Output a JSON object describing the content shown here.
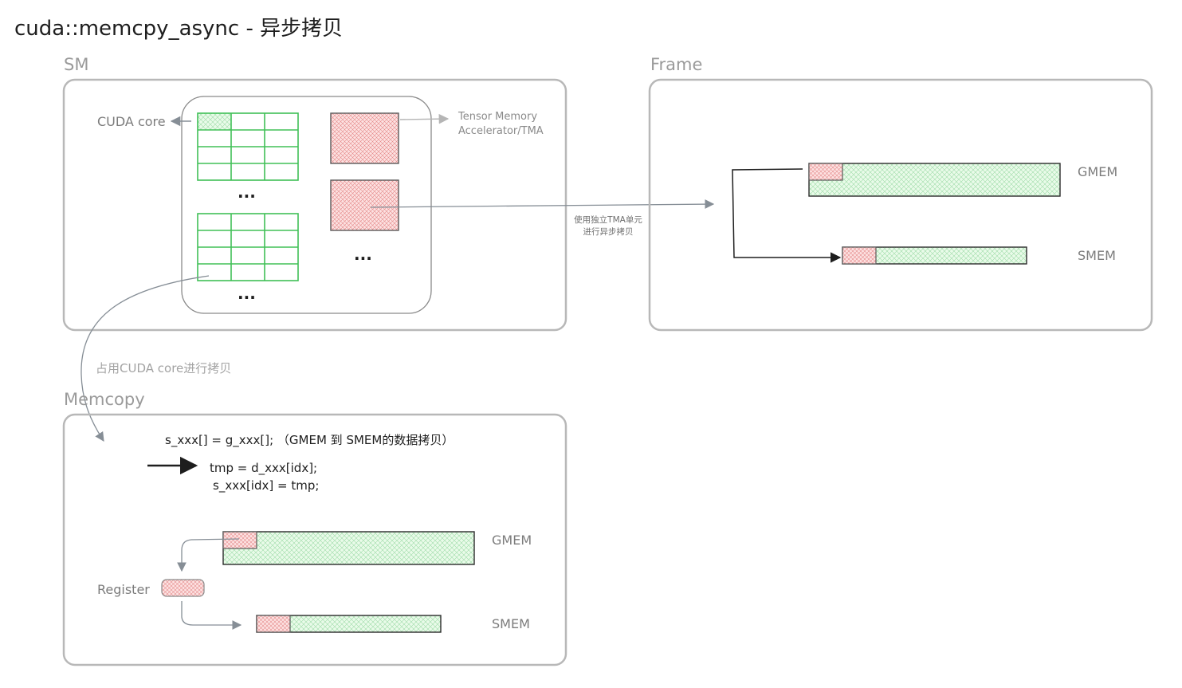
{
  "title": "cuda::memcpy_async - 异步拷贝",
  "frames": {
    "sm": "SM",
    "frame": "Frame",
    "memcopy": "Memcopy"
  },
  "labels": {
    "cuda_core": "CUDA core",
    "tma_line1": "Tensor Memory",
    "tma_line2": "Accelerator/TMA",
    "ellipsis": "...",
    "tma_copy_line1": "使用独立TMA单元",
    "tma_copy_line2": "进行异步拷贝",
    "cuda_core_copy": "占用CUDA core进行拷贝",
    "gmem": "GMEM",
    "smem": "SMEM",
    "register": "Register"
  },
  "code": {
    "line1": "s_xxx[] = g_xxx[];  （GMEM 到 SMEM的数据拷贝）",
    "line2": "tmp = d_xxx[idx];",
    "line3": "s_xxx[idx] = tmp;"
  },
  "colors": {
    "green_fill": "#d3f9d8",
    "green_stroke": "#2f9e44",
    "red_fill": "#ffc9c9",
    "red_stroke": "#e03131",
    "frame_stroke": "#b8b8b8",
    "arrow_gray": "#868e96"
  }
}
